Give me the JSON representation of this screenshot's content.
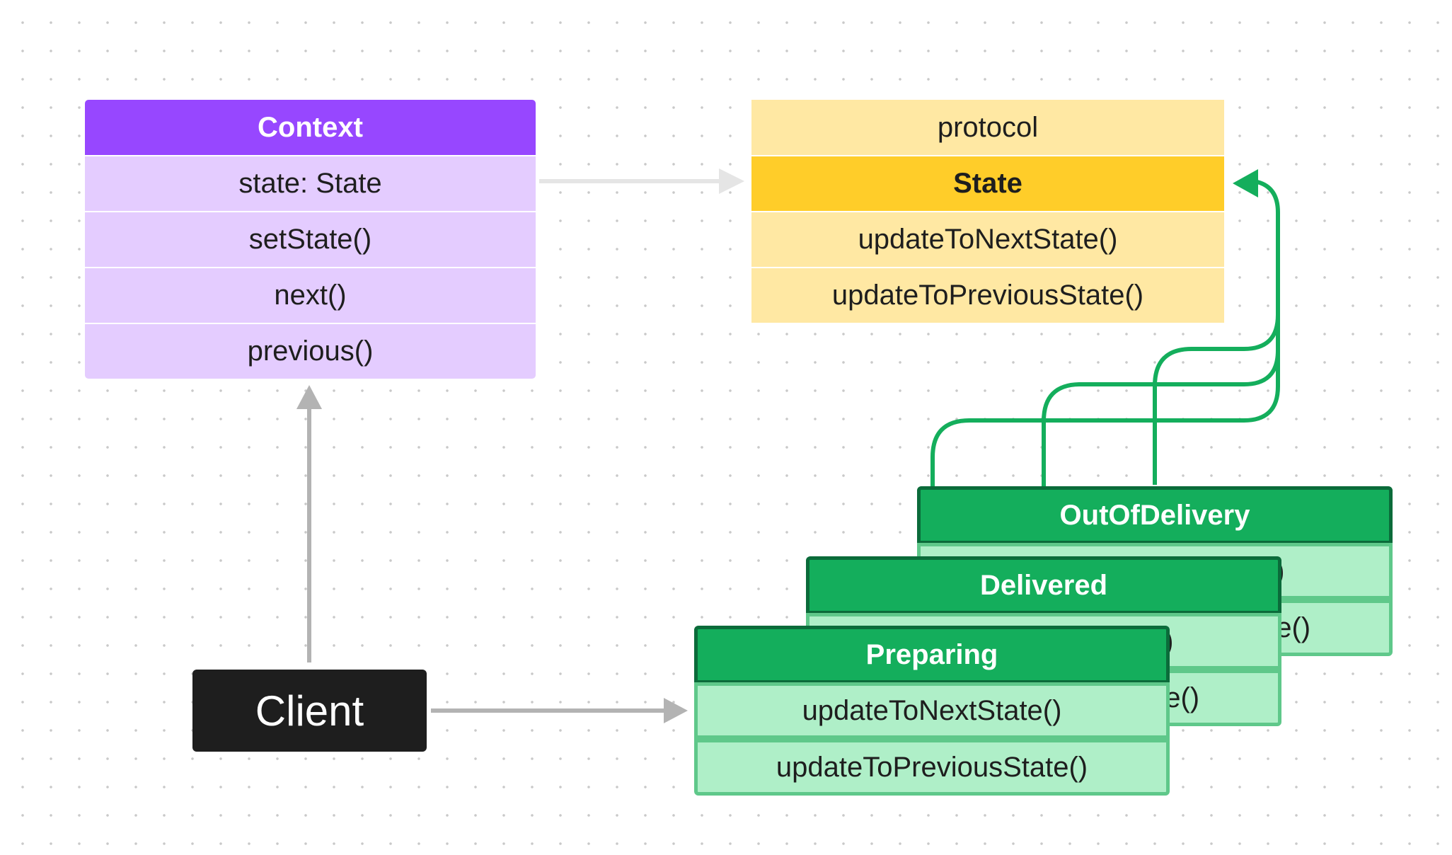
{
  "context": {
    "title": "Context",
    "rows": [
      "state: State",
      "setState()",
      "next()",
      "previous()"
    ]
  },
  "state_protocol": {
    "stereotype": "protocol",
    "title": "State",
    "rows": [
      "updateToNextState()",
      "updateToPreviousState()"
    ]
  },
  "concrete_states": [
    {
      "title": "OutOfDelivery",
      "rows": [
        "updateToNextState()",
        "updateToPreviousState()"
      ]
    },
    {
      "title": "Delivered",
      "rows": [
        "updateToNextState()",
        "updateToPreviousState()"
      ]
    },
    {
      "title": "Preparing",
      "rows": [
        "updateToNextState()",
        "updateToPreviousState()"
      ]
    }
  ],
  "client": {
    "label": "Client"
  },
  "colors": {
    "context_header": "#9747ff",
    "context_body": "#e4ccff",
    "protocol_body": "#ffe8a3",
    "protocol_header": "#ffcd29",
    "state_header": "#14ae5c",
    "state_body": "#afefc8",
    "arrow_gray": "#b3b3b3",
    "arrow_green": "#14ae5c"
  }
}
